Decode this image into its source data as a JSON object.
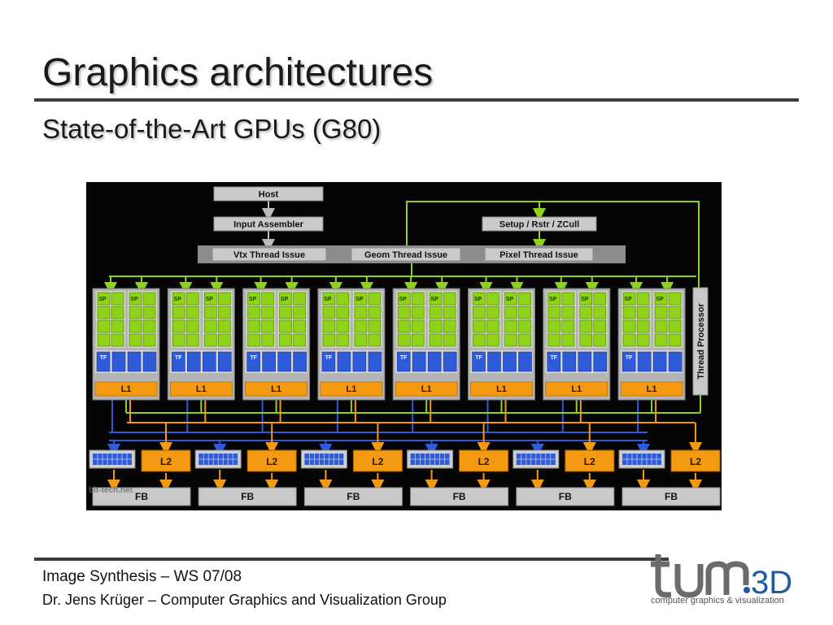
{
  "slide": {
    "title": "Graphics architectures",
    "subtitle": "State-of-the-Art GPUs (G80)"
  },
  "diagram": {
    "top_boxes": [
      "Host",
      "Input Assembler",
      "Setup / Rstr / ZCull"
    ],
    "thread_issue": [
      "Vtx Thread Issue",
      "Geom Thread Issue",
      "Pixel Thread Issue"
    ],
    "thread_processor": "Thread Processor",
    "cluster_count": 8,
    "sp_label": "SP",
    "tf_label": "TF",
    "l1_label": "L1",
    "l2_label": "L2",
    "fb_label": "FB",
    "partition_count": 6,
    "watermark": "bit-tech.net"
  },
  "footer": {
    "course": "Image Synthesis – WS 07/08",
    "author": "Dr. Jens Krüger – Computer Graphics and Visualization Group"
  },
  "logo": {
    "text": "tum.3D",
    "tagline": "computer graphics & visualization"
  },
  "colors": {
    "green": "#8fd21a",
    "blue": "#2f5bd9",
    "orange": "#f39a12",
    "gray": "#c9c9c9",
    "logo_gray": "#6b6b6b",
    "logo_blue": "#1e5aa8"
  }
}
